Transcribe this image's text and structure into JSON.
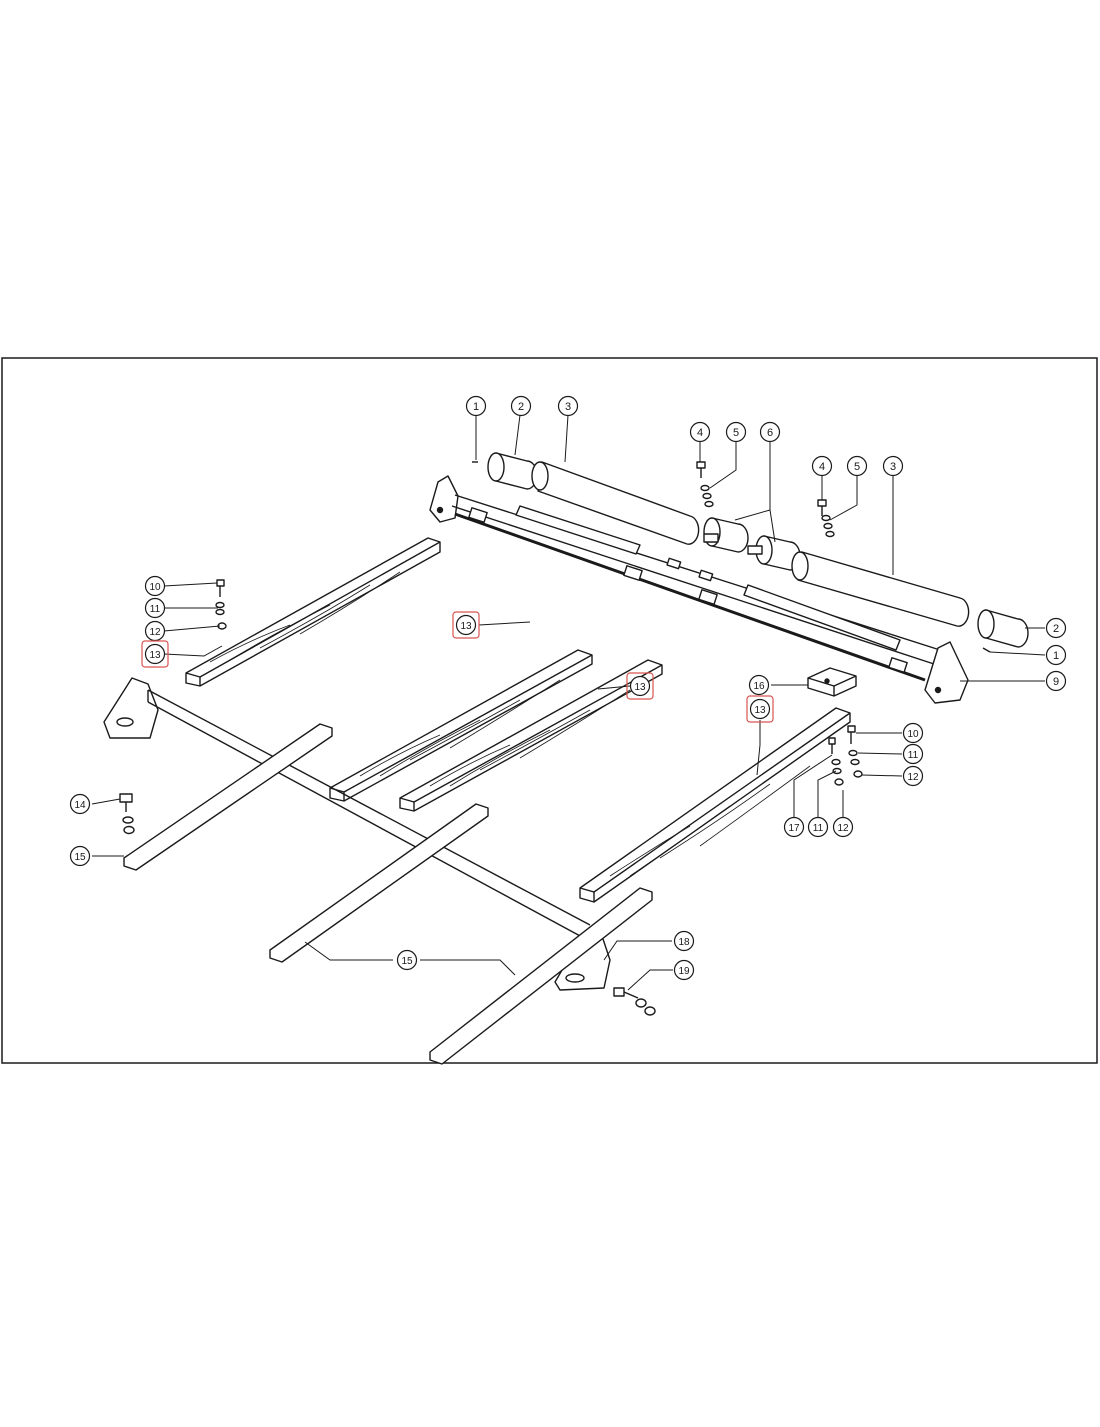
{
  "diagram": {
    "callouts": [
      {
        "id": "c1a",
        "label": "1"
      },
      {
        "id": "c2a",
        "label": "2"
      },
      {
        "id": "c3a",
        "label": "3"
      },
      {
        "id": "c4a",
        "label": "4"
      },
      {
        "id": "c5a",
        "label": "5"
      },
      {
        "id": "c6",
        "label": "6"
      },
      {
        "id": "c4b",
        "label": "4"
      },
      {
        "id": "c5b",
        "label": "5"
      },
      {
        "id": "c3b",
        "label": "3"
      },
      {
        "id": "c2b",
        "label": "2"
      },
      {
        "id": "c1b",
        "label": "1"
      },
      {
        "id": "c9",
        "label": "9"
      },
      {
        "id": "c10a",
        "label": "10"
      },
      {
        "id": "c11a",
        "label": "11"
      },
      {
        "id": "c12a",
        "label": "12"
      },
      {
        "id": "c13a",
        "label": "13",
        "highlighted": true
      },
      {
        "id": "c13b",
        "label": "13",
        "highlighted": true
      },
      {
        "id": "c13c",
        "label": "13",
        "highlighted": true
      },
      {
        "id": "c16",
        "label": "16"
      },
      {
        "id": "c13d",
        "label": "13",
        "highlighted": true
      },
      {
        "id": "c10b",
        "label": "10"
      },
      {
        "id": "c11b",
        "label": "11"
      },
      {
        "id": "c12b",
        "label": "12"
      },
      {
        "id": "c17",
        "label": "17"
      },
      {
        "id": "c11c",
        "label": "11"
      },
      {
        "id": "c12c",
        "label": "12"
      },
      {
        "id": "c14",
        "label": "14"
      },
      {
        "id": "c15a",
        "label": "15"
      },
      {
        "id": "c15b",
        "label": "15"
      },
      {
        "id": "c18",
        "label": "18"
      },
      {
        "id": "c19",
        "label": "19"
      }
    ],
    "highlight_color": "#d9534f",
    "line_color": "#1a1a1a"
  }
}
